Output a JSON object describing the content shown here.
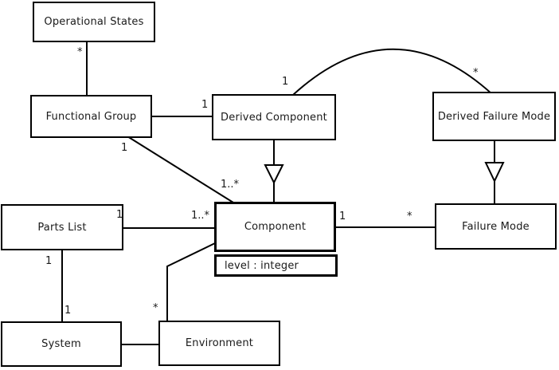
{
  "diagram": {
    "type": "uml-class-diagram",
    "colors": {
      "line": "#000000",
      "background": "#ffffff",
      "box_fill": "#ffffff",
      "text": "#1a1a1a"
    },
    "classes": {
      "operational_states": {
        "name": "Operational States"
      },
      "functional_group": {
        "name": "Functional Group"
      },
      "derived_component": {
        "name": "Derived Component"
      },
      "derived_failure_mode": {
        "name": "Derived Failure Mode"
      },
      "parts_list": {
        "name": "Parts List"
      },
      "component": {
        "name": "Component",
        "attribute": "level : integer"
      },
      "failure_mode": {
        "name": "Failure Mode"
      },
      "system": {
        "name": "System"
      },
      "environment": {
        "name": "Environment"
      }
    },
    "relations": {
      "opstates_fg": {
        "ends": [
          "Operational States",
          "Functional Group"
        ],
        "kind": "association"
      },
      "fg_derivedcomp": {
        "ends": [
          "Functional Group",
          "Derived Component"
        ],
        "kind": "association"
      },
      "fg_comp": {
        "ends": [
          "Functional Group",
          "Component"
        ],
        "kind": "association"
      },
      "derivedcomp_dfm": {
        "ends": [
          "Derived Component",
          "Derived Failure Mode"
        ],
        "kind": "association-arc"
      },
      "derivedcomp_comp": {
        "ends": [
          "Derived Component",
          "Component"
        ],
        "kind": "generalization"
      },
      "dfm_fm": {
        "ends": [
          "Derived Failure Mode",
          "Failure Mode"
        ],
        "kind": "generalization"
      },
      "partslist_comp": {
        "ends": [
          "Parts List",
          "Component"
        ],
        "kind": "association"
      },
      "partslist_system": {
        "ends": [
          "Parts List",
          "System"
        ],
        "kind": "association"
      },
      "system_env": {
        "ends": [
          "System",
          "Environment"
        ],
        "kind": "association"
      },
      "env_comp": {
        "ends": [
          "Environment",
          "Component"
        ],
        "kind": "association"
      },
      "comp_fm": {
        "ends": [
          "Component",
          "Failure Mode"
        ],
        "kind": "association"
      }
    },
    "multiplicities": {
      "opstates_fg": "*",
      "fg_derivedcomp": "1",
      "fg_comp_source": "1",
      "fg_comp_target": "1..*",
      "derivedcomp_dfm_left": "1",
      "derivedcomp_dfm_right": "*",
      "partslist_comp_source": "1",
      "partslist_comp_target": "1..*",
      "partslist_system_source": "1",
      "partslist_system_target": "1",
      "comp_fm_source": "1",
      "comp_fm_target": "*",
      "env_comp": "*"
    }
  }
}
